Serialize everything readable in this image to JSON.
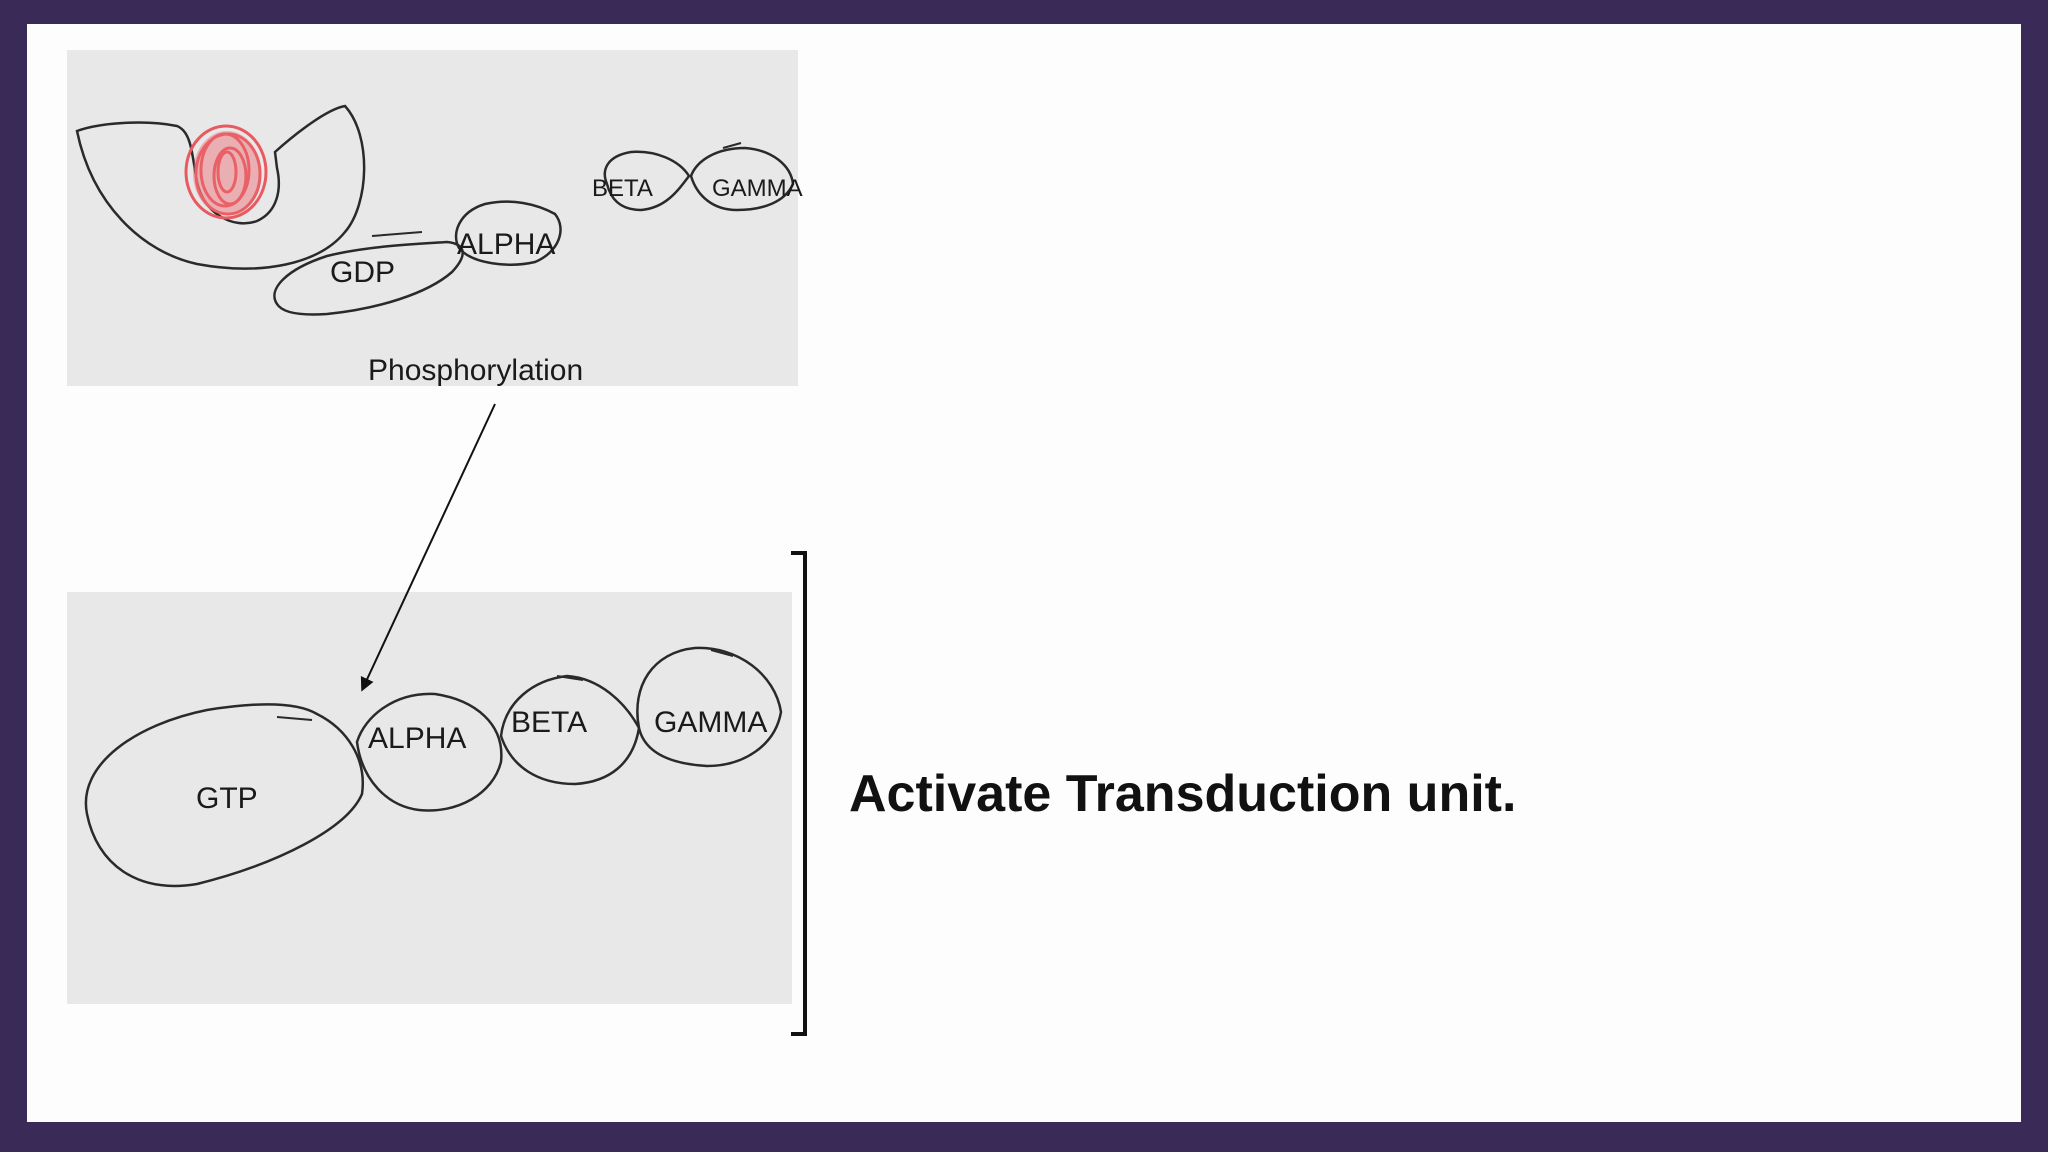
{
  "diagram": {
    "top_labels": {
      "beta": "BETA",
      "gamma": "GAMMA",
      "alpha": "ALPHA",
      "gdp": "GDP"
    },
    "process_label": "Phosphorylation",
    "bottom_labels": {
      "alpha": "ALPHA",
      "beta": "BETA",
      "gamma": "GAMMA",
      "gtp": "GTP"
    },
    "caption": "Activate Transduction unit.",
    "colors": {
      "frame": "#3a2a57",
      "panel": "#e8e8e9",
      "receptor_ligand": "#e85a60",
      "ink": "#2a2a2a"
    }
  }
}
